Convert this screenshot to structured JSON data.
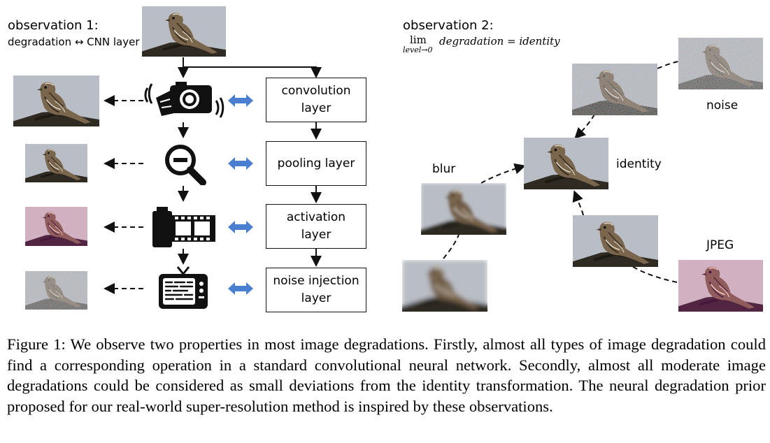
{
  "observation1": {
    "title": "observation 1:",
    "subtitle": "degradation ↔ CNN layer"
  },
  "observation2": {
    "title": "observation 2:",
    "lim": "lim",
    "lim_sub": "level→0",
    "formula": "degradation = identity"
  },
  "layers": [
    {
      "line1": "convolution",
      "line2": "layer"
    },
    {
      "line1": "pooling layer",
      "line2": ""
    },
    {
      "line1": "activation",
      "line2": "layer"
    },
    {
      "line1": "noise injection",
      "line2": "layer"
    }
  ],
  "degradation_icons": [
    "camera-shake-icon",
    "zoom-out-icon",
    "film-roll-icon",
    "tv-static-icon"
  ],
  "labels": {
    "noise": "noise",
    "identity": "identity",
    "blur": "blur",
    "jpeg": "JPEG"
  },
  "caption": "Figure 1: We observe two properties in most image degradations. Firstly, almost all types of image degradation could find a corresponding operation in a standard convolutional neural network. Secondly, almost all moderate image degradations could be considered as small deviations from the identity transformation. The neural degradation prior proposed for our real-world super-resolution method is inspired by these observations.",
  "colors": {
    "double_arrow": "#4a7fd0",
    "photo_background": "#b8bcc4",
    "bird_body": "#6e5a44"
  }
}
